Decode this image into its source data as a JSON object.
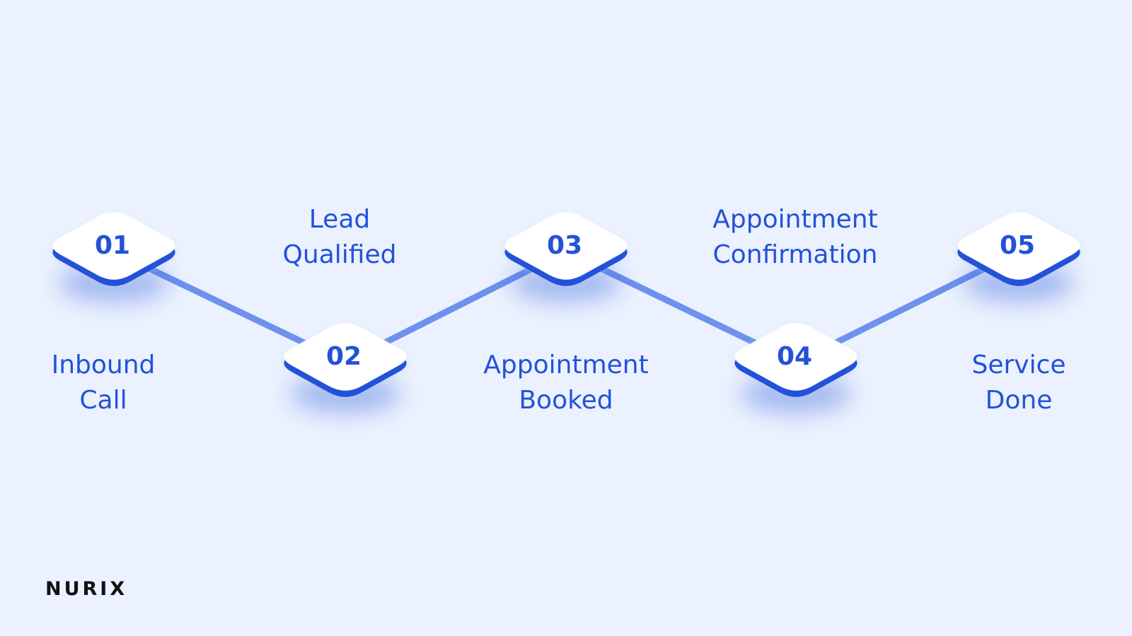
{
  "colors": {
    "background": "#ebf1fe",
    "accent": "#2352d8",
    "connector": "#6d91ec",
    "node_face": "#ffffff",
    "logo": "#111111"
  },
  "steps": [
    {
      "number": "01",
      "label_lines": [
        "Inbound",
        "Call"
      ]
    },
    {
      "number": "02",
      "label_lines": [
        "Lead",
        "Qualified"
      ]
    },
    {
      "number": "03",
      "label_lines": [
        "Appointment",
        "Booked"
      ]
    },
    {
      "number": "04",
      "label_lines": [
        "Appointment",
        "Confirmation"
      ]
    },
    {
      "number": "05",
      "label_lines": [
        "Service",
        "Done"
      ]
    }
  ],
  "brand": {
    "logo_text": "NURIX"
  }
}
